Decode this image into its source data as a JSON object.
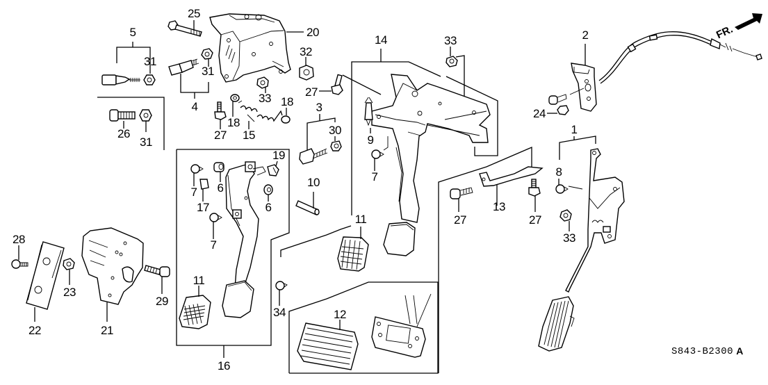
{
  "diagram": {
    "type": "exploded-parts-diagram",
    "subject": "pedal assembly",
    "diagram_code": "S843-B2300",
    "diagram_revision": "A",
    "direction_label": "FR.",
    "callouts": {
      "c1": "1",
      "c2": "2",
      "c3": "3",
      "c4": "4",
      "c5": "5",
      "c6a": "6",
      "c6b": "6",
      "c7a": "7",
      "c7b": "7",
      "c7c": "7",
      "c8": "8",
      "c9": "9",
      "c10": "10",
      "c11a": "11",
      "c11b": "11",
      "c12": "12",
      "c13": "13",
      "c14": "14",
      "c15": "15",
      "c16": "16",
      "c17": "17",
      "c18a": "18",
      "c18b": "18",
      "c19": "19",
      "c20": "20",
      "c21": "21",
      "c22": "22",
      "c23": "23",
      "c24": "24",
      "c25": "25",
      "c26": "26",
      "c27a": "27",
      "c27b": "27",
      "c27c": "27",
      "c27d": "27",
      "c28": "28",
      "c29": "29",
      "c30": "30",
      "c31a": "31",
      "c31b": "31",
      "c31c": "31",
      "c32": "32",
      "c33a": "33",
      "c33b": "33",
      "c33c": "33",
      "c34": "34"
    }
  }
}
